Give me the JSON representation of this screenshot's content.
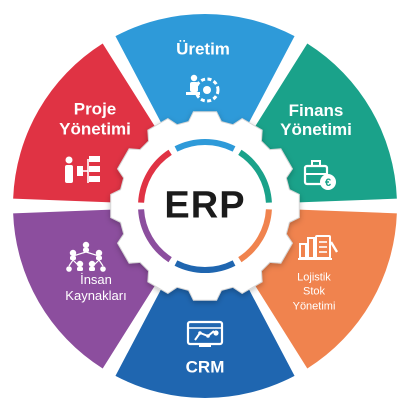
{
  "diagram": {
    "center": {
      "label": "ERP"
    },
    "segments": [
      {
        "id": "uretim",
        "lines": [
          "Üretim"
        ],
        "color": "#2e9ad9",
        "icon": "gear-worker-icon"
      },
      {
        "id": "finans",
        "lines": [
          "Finans",
          "Yönetimi"
        ],
        "color": "#1aa28a",
        "icon": "briefcase-euro-icon"
      },
      {
        "id": "lojistik",
        "lines": [
          "Lojistik",
          "Stok",
          "Yönetimi"
        ],
        "color": "#f0834e",
        "icon": "inventory-clipboard-icon"
      },
      {
        "id": "crm",
        "lines": [
          "CRM"
        ],
        "color": "#1f66b0",
        "icon": "monitor-robot-arm-icon"
      },
      {
        "id": "insan",
        "lines": [
          "İnsan",
          "Kaynakları"
        ],
        "color": "#8c4e9e",
        "icon": "org-network-icon"
      },
      {
        "id": "proje",
        "lines": [
          "Proje",
          "Yönetimi"
        ],
        "color": "#e03344",
        "icon": "org-chart-person-icon"
      }
    ]
  }
}
